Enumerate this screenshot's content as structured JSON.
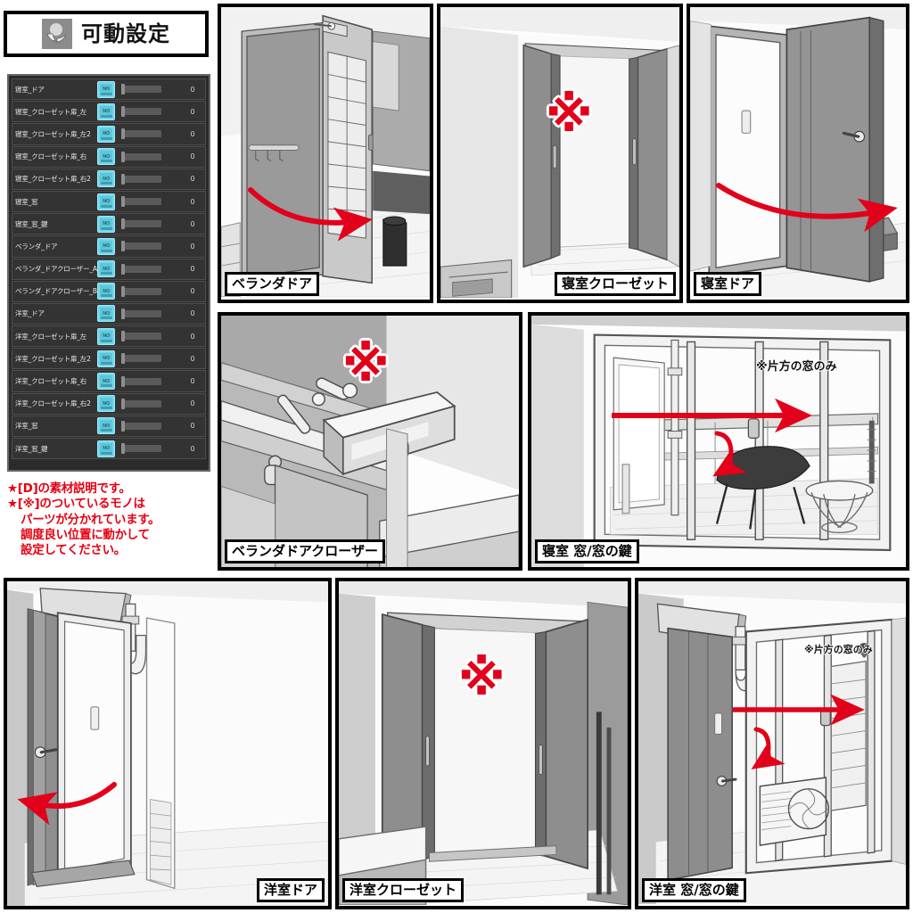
{
  "header": {
    "title": "可動設定",
    "icon": "hand-sphere-icon"
  },
  "settings_panel": {
    "value_column_header": "",
    "rows": [
      {
        "label": "寝室_ドア",
        "toggle": "NO",
        "value": "0"
      },
      {
        "label": "寝室_クローゼット扉_左",
        "toggle": "NO",
        "value": "0"
      },
      {
        "label": "寝室_クローゼット扉_左2",
        "toggle": "NO",
        "value": "0"
      },
      {
        "label": "寝室_クローゼット扉_右",
        "toggle": "NO",
        "value": "0"
      },
      {
        "label": "寝室_クローゼット扉_右2",
        "toggle": "NO",
        "value": "0"
      },
      {
        "label": "寝室_窓",
        "toggle": "NO",
        "value": "0"
      },
      {
        "label": "寝室_窓_鍵",
        "toggle": "NO",
        "value": "0"
      },
      {
        "label": "ベランダ_ドア",
        "toggle": "NO",
        "value": "0"
      },
      {
        "label": "ベランダ_ドアクローザー_A",
        "toggle": "NO",
        "value": "0"
      },
      {
        "label": "ベランダ_ドアクローザー_B",
        "toggle": "NO",
        "value": "0"
      },
      {
        "label": "洋室_ドア",
        "toggle": "NO",
        "value": "0"
      },
      {
        "label": "洋室_クローゼット扉_左",
        "toggle": "NO",
        "value": "0"
      },
      {
        "label": "洋室_クローゼット扉_左2",
        "toggle": "NO",
        "value": "0"
      },
      {
        "label": "洋室_クローゼット扉_右",
        "toggle": "NO",
        "value": "0"
      },
      {
        "label": "洋室_クローゼット扉_右2",
        "toggle": "NO",
        "value": "0"
      },
      {
        "label": "洋室_窓",
        "toggle": "NO",
        "value": "0"
      },
      {
        "label": "洋室_窓_鍵",
        "toggle": "NO",
        "value": "0"
      }
    ]
  },
  "note": {
    "line1": "★[D]の素材説明です。",
    "line2": "★[※]のついているモノは",
    "line3": "パーツが分かれています。",
    "line4": "調度良い位置に動かして",
    "line5": "設定してください。",
    "color": "#e60012"
  },
  "annotations": {
    "kome": "※",
    "only_one_window": "※片方の窓のみ"
  },
  "panels": [
    {
      "id": "veranda-door",
      "caption": "ベランダドア",
      "has_kome": false,
      "arrow": "curve-right"
    },
    {
      "id": "bedroom-closet",
      "caption": "寝室クローゼット",
      "has_kome": true,
      "arrow": "none"
    },
    {
      "id": "bedroom-door",
      "caption": "寝室ドア",
      "has_kome": false,
      "arrow": "curve-right"
    },
    {
      "id": "veranda-door-closer",
      "caption": "ベランダドアクローザー",
      "has_kome": true,
      "arrow": "none"
    },
    {
      "id": "bedroom-window",
      "caption": "寝室 窓/窓の鍵",
      "has_kome": false,
      "arrow": "straight-right"
    },
    {
      "id": "western-door",
      "caption": "洋室ドア",
      "has_kome": false,
      "arrow": "curve-left"
    },
    {
      "id": "western-closet",
      "caption": "洋室クローゼット",
      "has_kome": true,
      "arrow": "none"
    },
    {
      "id": "western-window",
      "caption": "洋室 窓/窓の鍵",
      "has_kome": false,
      "arrow": "straight-right"
    }
  ],
  "colors": {
    "accent_red": "#e2001a",
    "toggle_cyan": "#6fd9ec",
    "panel_dark": "#2b2b2b",
    "row_dark": "#333333"
  }
}
